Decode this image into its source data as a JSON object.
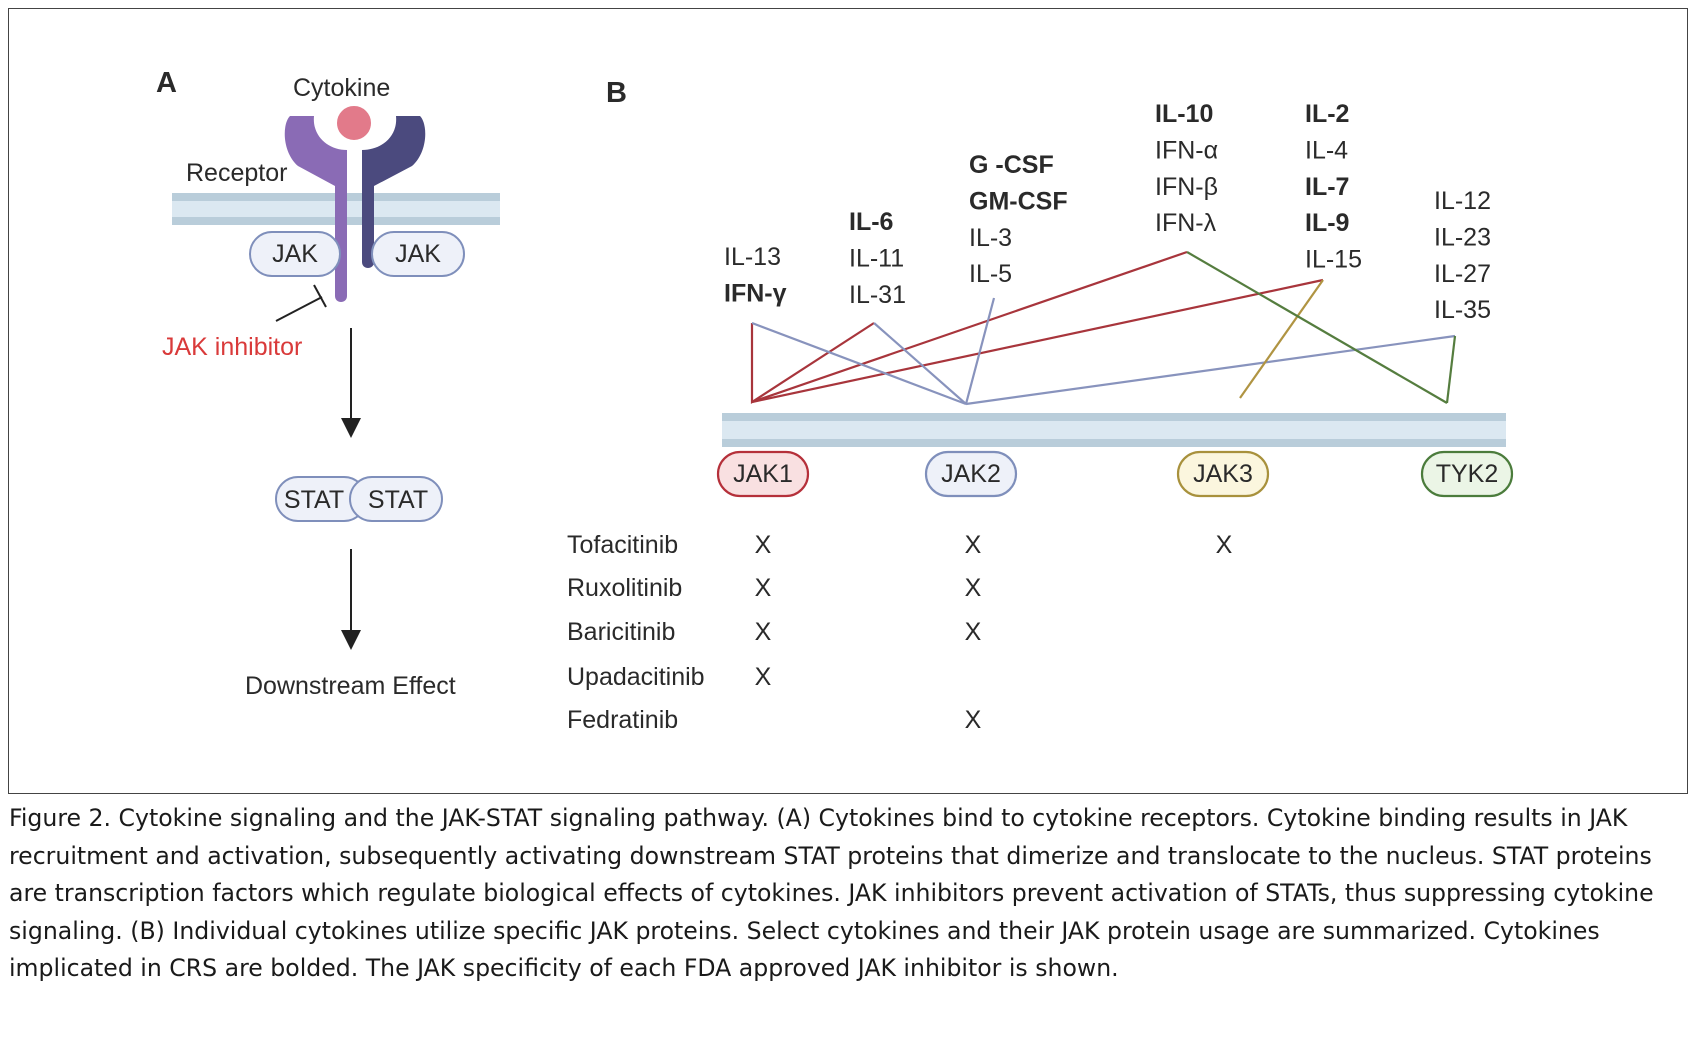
{
  "panel_a": {
    "letter": "A",
    "cytokine_label": "Cytokine",
    "receptor_label": "Receptor",
    "jak_left": "JAK",
    "jak_right": "JAK",
    "inhibitor_label": "JAK inhibitor",
    "stat_left": "STAT",
    "stat_right": "STAT",
    "downstream_label": "Downstream Effect",
    "colors": {
      "inhibitor_text": "#d93a3a",
      "receptor_left": "#8a6bb5",
      "receptor_right": "#4b4a7e",
      "cytokine_ball": "#e27a8a",
      "membrane": "#b9cdda"
    }
  },
  "panel_b": {
    "letter": "B",
    "cytokine_groups": [
      {
        "labels": [
          {
            "text": "IL-13",
            "bold": false
          },
          {
            "text": "IFN-γ",
            "bold": true
          }
        ]
      },
      {
        "labels": [
          {
            "text": "IL-6",
            "bold": true
          },
          {
            "text": "IL-11",
            "bold": false
          },
          {
            "text": "IL-31",
            "bold": false
          }
        ]
      },
      {
        "labels": [
          {
            "text": "G -CSF",
            "bold": true
          },
          {
            "text": "GM-CSF",
            "bold": true
          },
          {
            "text": "IL-3",
            "bold": false
          },
          {
            "text": "IL-5",
            "bold": false
          }
        ]
      },
      {
        "labels": [
          {
            "text": "IL-10",
            "bold": true
          },
          {
            "text": "IFN-α",
            "bold": false
          },
          {
            "text": "IFN-β",
            "bold": false
          },
          {
            "text": "IFN-λ",
            "bold": false
          }
        ]
      },
      {
        "labels": [
          {
            "text": "IL-2",
            "bold": true
          },
          {
            "text": "IL-4",
            "bold": false
          },
          {
            "text": "IL-7",
            "bold": true
          },
          {
            "text": "IL-9",
            "bold": true
          },
          {
            "text": "IL-15",
            "bold": false
          }
        ]
      },
      {
        "labels": [
          {
            "text": "IL-12",
            "bold": false
          },
          {
            "text": "IL-23",
            "bold": false
          },
          {
            "text": "IL-27",
            "bold": false
          },
          {
            "text": "IL-35",
            "bold": false
          }
        ]
      }
    ],
    "jaks": [
      {
        "label": "JAK1",
        "fill": "#f9e0e1",
        "stroke": "#b5303a"
      },
      {
        "label": "JAK2",
        "fill": "#eef1f9",
        "stroke": "#7f8fbb"
      },
      {
        "label": "JAK3",
        "fill": "#fbf6de",
        "stroke": "#a8913c"
      },
      {
        "label": "TYK2",
        "fill": "#ebf5e6",
        "stroke": "#4b7c3c"
      }
    ],
    "link_colors": {
      "jak1": "#a8353c",
      "jak2": "#8893bd",
      "jak3": "#b09442",
      "tyk2": "#557d3f"
    },
    "inhibitors": [
      {
        "name": "Tofacitinib",
        "marks": [
          "X",
          "X",
          "X",
          ""
        ]
      },
      {
        "name": "Ruxolitinib",
        "marks": [
          "X",
          "X",
          "",
          ""
        ]
      },
      {
        "name": "Baricitinib",
        "marks": [
          "X",
          "X",
          "",
          ""
        ]
      },
      {
        "name": "Upadacitinib",
        "marks": [
          "X",
          "",
          "",
          ""
        ]
      },
      {
        "name": "Fedratinib",
        "marks": [
          "",
          "X",
          "",
          ""
        ]
      }
    ]
  },
  "caption": "Figure 2. Cytokine signaling and the JAK-STAT signaling pathway. (A) Cytokines bind to cytokine receptors. Cytokine binding results in JAK recruitment and activation, subsequently activating downstream STAT proteins that dimerize and translocate to the nucleus. STAT proteins are transcription factors which regulate biological effects of cytokines. JAK inhibitors prevent activation of STATs, thus suppressing cytokine signaling. (B) Individual cytokines utilize specific JAK proteins. Select cytokines and their JAK protein usage are summarized. Cytokines implicated in CRS are bolded. The JAK specificity of each FDA approved JAK inhibitor is shown."
}
